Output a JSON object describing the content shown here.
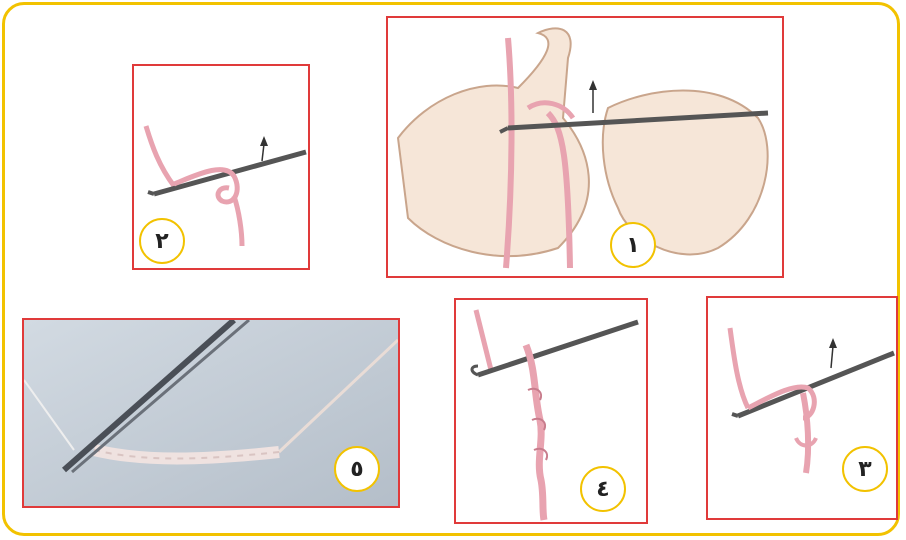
{
  "steps": [
    {
      "number": "١",
      "description": "two-hands-holding-hook-and-yarn"
    },
    {
      "number": "٢",
      "description": "yarn-loop-on-hook"
    },
    {
      "number": "٣",
      "description": "yarn-over-hook"
    },
    {
      "number": "٤",
      "description": "chain-forming-on-hook"
    },
    {
      "number": "٥",
      "description": "photo-chain-with-hook"
    }
  ],
  "colors": {
    "frame_border": "#f2c200",
    "panel_border": "#e03a3a",
    "yarn": "#e8a3b0",
    "hook": "#555555"
  }
}
